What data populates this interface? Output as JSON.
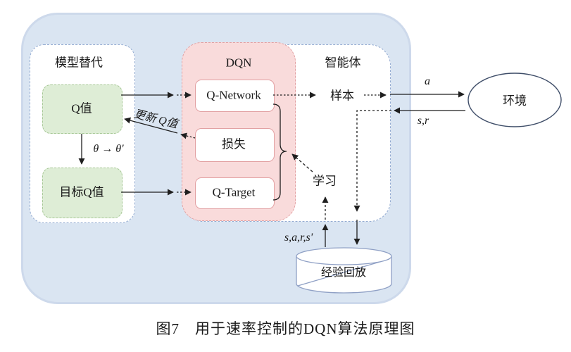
{
  "figure_caption": "图7　用于速率控制的DQN算法原理图",
  "containers": {
    "model_substitution": "模型替代",
    "dqn": "DQN",
    "agent": "智能体"
  },
  "nodes": {
    "q_value": "Q值",
    "target_q_value": "目标Q值",
    "q_network": "Q-Network",
    "loss": "损失",
    "q_target": "Q-Target",
    "sample": "样本",
    "learn": "学习",
    "environment": "环境",
    "experience_replay": "经验回放"
  },
  "edge_labels": {
    "action": "a",
    "state_reward": "s,r",
    "transition": "s,a,r,s'",
    "theta": "θ → θ'",
    "update_q": "更新 Q值"
  },
  "colors": {
    "outer_background": "#dae5f2",
    "container_border_blue": "#93abd1",
    "dqn_fill": "#f9dbdb",
    "dqn_border": "#e2a0a2",
    "green_fill": "#deedd6",
    "green_border": "#a6c795",
    "line": "#1f1f1f",
    "environment_stroke": "#3e4d68",
    "cylinder_stroke": "#8fa0c5"
  }
}
